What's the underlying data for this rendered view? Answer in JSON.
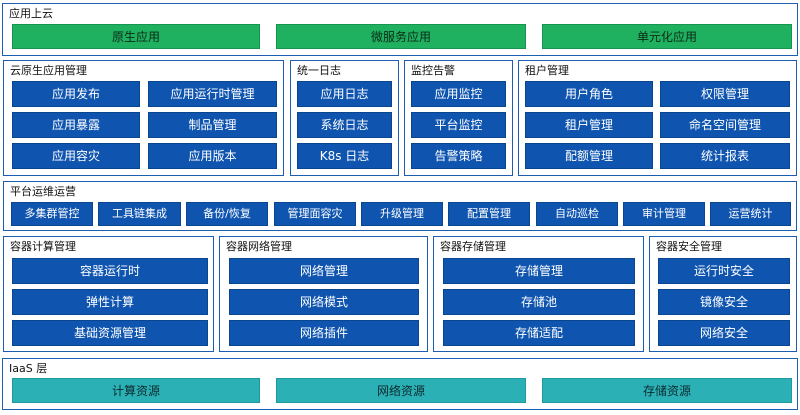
{
  "app_layer": {
    "title": "应用上云",
    "items": [
      "原生应用",
      "微服务应用",
      "单元化应用"
    ]
  },
  "cloud_native_mgmt": {
    "title": "云原生应用管理",
    "items": [
      "应用发布",
      "应用运行时管理",
      "应用暴露",
      "制品管理",
      "应用容灾",
      "应用版本"
    ]
  },
  "unified_log": {
    "title": "统一日志",
    "items": [
      "应用日志",
      "系统日志",
      "K8s 日志"
    ]
  },
  "monitoring": {
    "title": "监控告警",
    "items": [
      "应用监控",
      "平台监控",
      "告警策略"
    ]
  },
  "tenant_mgmt": {
    "title": "租户管理",
    "items": [
      "用户角色",
      "权限管理",
      "租户管理",
      "命名空间管理",
      "配额管理",
      "统计报表"
    ]
  },
  "platform_ops": {
    "title": "平台运维运营",
    "items": [
      "多集群管控",
      "工具链集成",
      "备份/恢复",
      "管理面容灾",
      "升级管理",
      "配置管理",
      "自动巡检",
      "审计管理",
      "运营统计"
    ]
  },
  "container_compute": {
    "title": "容器计算管理",
    "items": [
      "容器运行时",
      "弹性计算",
      "基础资源管理"
    ]
  },
  "container_network": {
    "title": "容器网络管理",
    "items": [
      "网络管理",
      "网络模式",
      "网络插件"
    ]
  },
  "container_storage": {
    "title": "容器存储管理",
    "items": [
      "存储管理",
      "存储池",
      "存储适配"
    ]
  },
  "container_security": {
    "title": "容器安全管理",
    "items": [
      "运行时安全",
      "镜像安全",
      "网络安全"
    ]
  },
  "iaas_layer": {
    "title": "IaaS 层",
    "items": [
      "计算资源",
      "网络资源",
      "存储资源"
    ]
  }
}
